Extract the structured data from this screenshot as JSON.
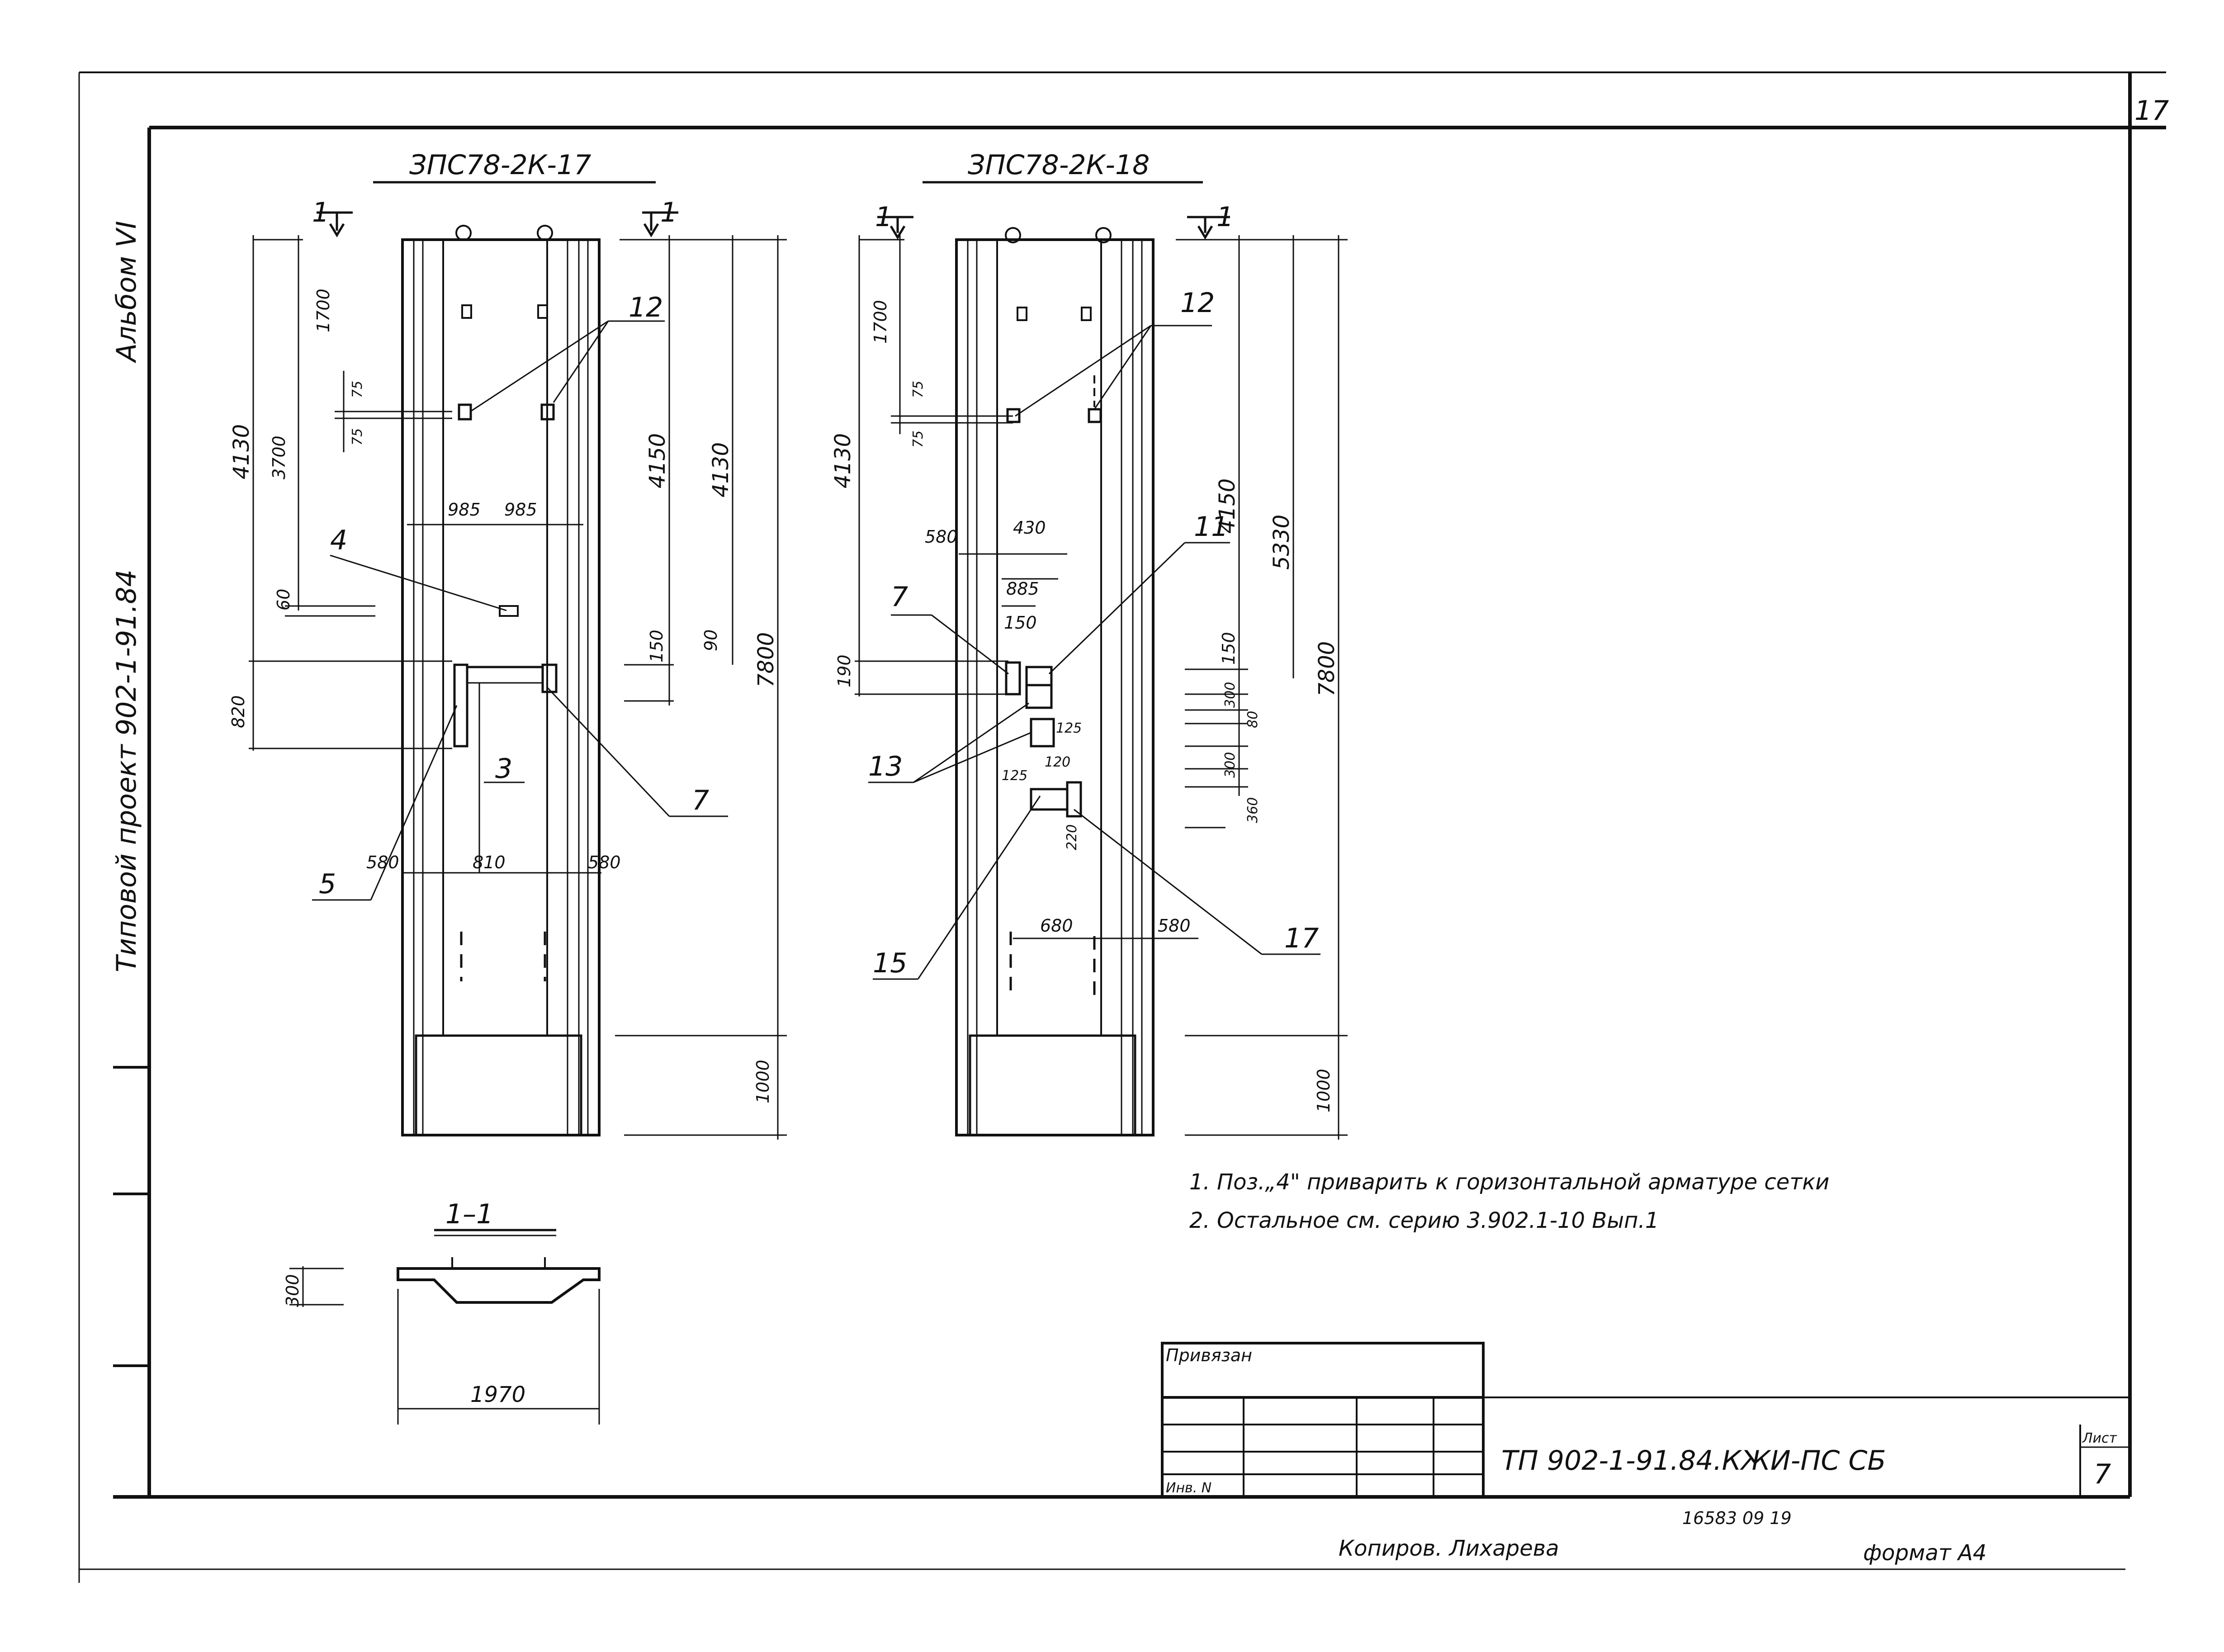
{
  "sheet": {
    "sheet_number_top": "17",
    "album": "Альбом VI",
    "project": "Типовой проект 902-1-91.84"
  },
  "panel_left": {
    "title": "ЗПС78-2К-17",
    "section_marks": [
      "1",
      "1"
    ],
    "dims": [
      "1700",
      "75",
      "75",
      "3700",
      "4130",
      "985",
      "985",
      "60",
      "820",
      "4150",
      "4130",
      "150",
      "90",
      "7800",
      "580",
      "810",
      "580",
      "1000"
    ],
    "callouts": [
      "12",
      "4",
      "3",
      "5",
      "7"
    ]
  },
  "panel_right": {
    "title": "ЗПС78-2К-18",
    "section_marks": [
      "1",
      "1"
    ],
    "dims": [
      "1700",
      "75",
      "75",
      "4130",
      "580",
      "430",
      "885",
      "150",
      "190",
      "125",
      "120",
      "125",
      "220",
      "680",
      "580",
      "4150",
      "5330",
      "150",
      "300",
      "80",
      "300",
      "360",
      "7800",
      "1000"
    ],
    "callouts": [
      "12",
      "11",
      "7",
      "13",
      "15",
      "17"
    ]
  },
  "section": {
    "title": "1–1",
    "dims": [
      "300",
      "1970"
    ]
  },
  "notes": [
    "1. Поз.„4\" приварить к горизонтальной арматуре сетки",
    "2. Остальное см. серию 3.902.1-10 Вып.1"
  ],
  "title_block": {
    "privyazan_label": "Привязан",
    "inv_label": "Инв. N",
    "code": "ТП 902-1-91.84.КЖИ-ПС СБ",
    "list_label": "Лист",
    "list_number": "7",
    "archive_number": "16583 09   19"
  },
  "footer": {
    "copied": "Копиров. Лихарева",
    "format": "формат А4"
  }
}
